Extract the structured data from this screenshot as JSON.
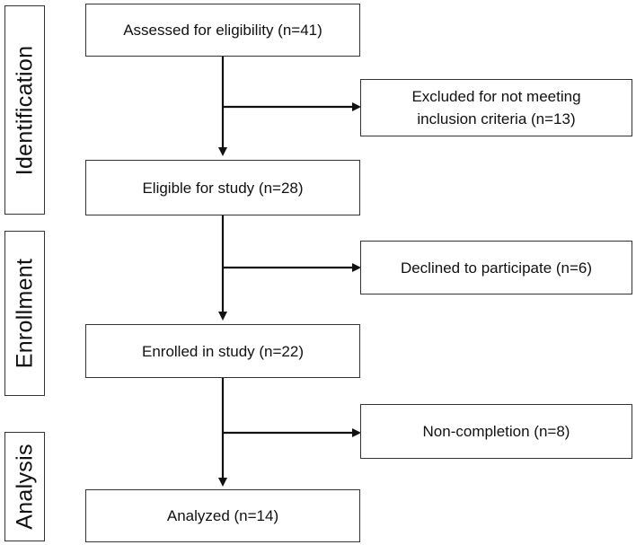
{
  "stages": [
    "Identification",
    "Enrollment",
    "Analysis"
  ],
  "main_steps": [
    "Assessed for eligibility (n=41)",
    "Eligible for study (n=28)",
    "Enrolled in study (n=22)",
    "Analyzed (n=14)"
  ],
  "exclusions": [
    "Excluded for not meeting inclusion criteria (n=13)",
    "Declined to participate (n=6)",
    "Non-completion (n=8)"
  ]
}
